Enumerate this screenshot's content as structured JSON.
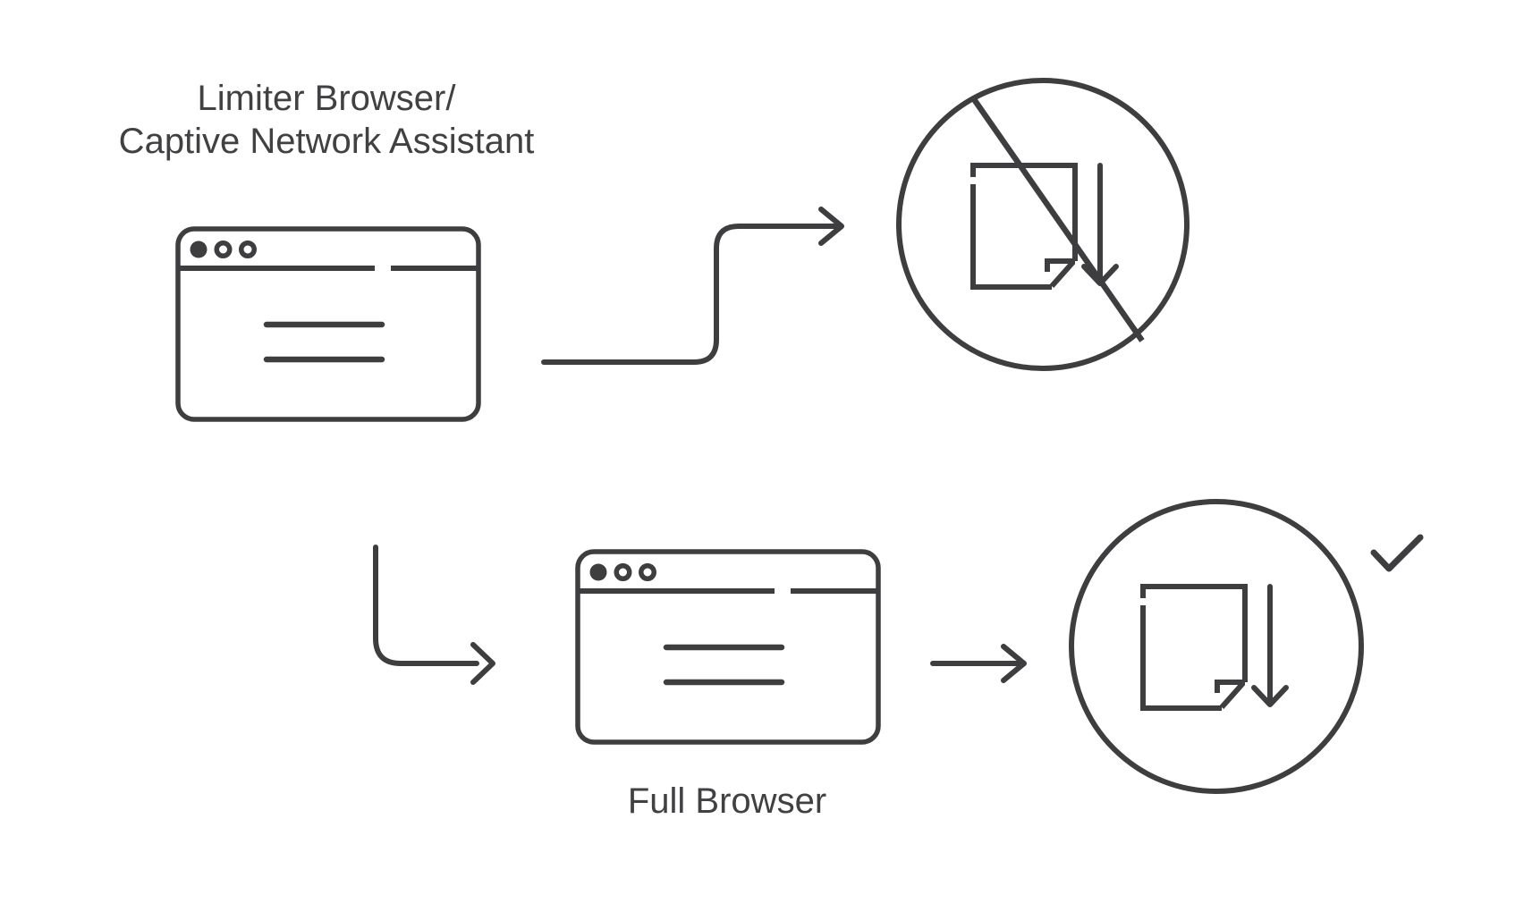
{
  "colors": {
    "stroke": "#3e3e40",
    "text": "#414144",
    "background": "#ffffff"
  },
  "labels": {
    "limiter_line1": "Limiter Browser/",
    "limiter_line2": "Captive Network Assistant",
    "full_browser": "Full Browser"
  },
  "icons": {
    "limiter_window": "browser-window-icon",
    "full_window": "browser-window-icon",
    "top_arrow": "s-curve-arrow-icon",
    "elbow_arrow": "elbow-arrow-icon",
    "straight_arrow": "right-arrow-icon",
    "blocked_result": "download-blocked-icon",
    "allowed_result": "download-allowed-icon",
    "success_mark": "checkmark-icon"
  },
  "flows": {
    "top": {
      "source": "Limiter Browser/Captive Network Assistant",
      "result": "download blocked"
    },
    "bottom": {
      "source": "Full Browser",
      "result": "download allowed"
    }
  }
}
